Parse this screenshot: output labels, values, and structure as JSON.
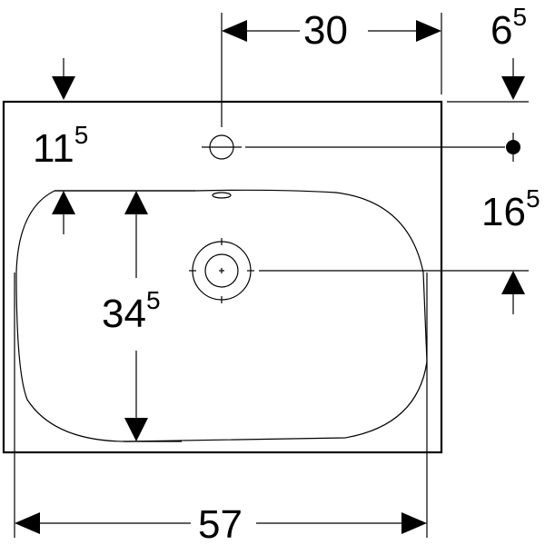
{
  "dimensions": {
    "tap_offset": {
      "main": "30",
      "sup": ""
    },
    "right_edge": {
      "main": "6",
      "sup": "5"
    },
    "top_to_bowl": {
      "main": "11",
      "sup": "5"
    },
    "tap_to_drain": {
      "main": "16",
      "sup": "5"
    },
    "bowl_depth": {
      "main": "34",
      "sup": "5"
    },
    "overall_width": {
      "main": "57",
      "sup": ""
    }
  }
}
